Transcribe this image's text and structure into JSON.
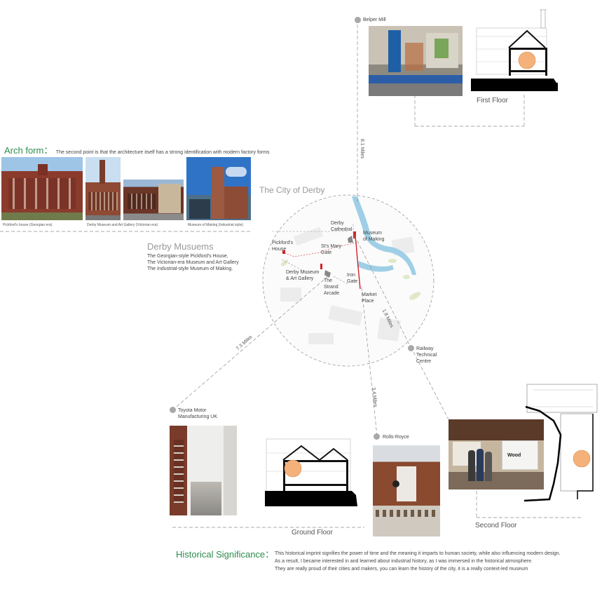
{
  "arch_form": {
    "title": "Arch form：",
    "text": "The second point is that the architecture itself has a strong identification with modern factory forms",
    "captions": [
      "Pickford's house",
      "(Georgian era)",
      "Derby Museum and Art Gallery",
      "(Victorian era)",
      "Museum of Making",
      "(Industrial style)"
    ]
  },
  "museums": {
    "title": "Derby Musuems",
    "lines": [
      "The Georgian-style Pickford's House,",
      "The Victorian-era Museum and Art Gallery",
      "The Industrial-style Museum of Making."
    ]
  },
  "map": {
    "title": "The City of Derby",
    "labels": {
      "cathedral": [
        "Derby",
        "Cathedral"
      ],
      "making": [
        "Museum",
        "of Making"
      ],
      "pickford": [
        "Pickford's",
        "House"
      ],
      "stmary": [
        "St's Mary",
        "Gate"
      ],
      "dmag": [
        "Derby Museum",
        "& Art Gallery"
      ],
      "strand": [
        "The",
        "Strand",
        "Arcade"
      ],
      "iron": [
        "Iron",
        "Gate"
      ],
      "market": [
        "Market",
        "Place"
      ]
    }
  },
  "sites": {
    "belper": "Belper Mill",
    "railway": [
      "Railway",
      "Technical",
      "Centre"
    ],
    "toyota": [
      "Toyota Motor",
      "Manufacturing UK"
    ],
    "rolls": "Rolls-Royce"
  },
  "distances": {
    "belper": "8.1 Miles",
    "railway": "1.8 Miles",
    "toyota": "7.3 Miles",
    "rolls": "3.4 Miles"
  },
  "floors": {
    "first": "First Floor",
    "ground": "Ground Floor",
    "second": "Second Floor"
  },
  "sign_word": "Wood",
  "significance": {
    "title": "Historical Significance：",
    "lines": [
      "This historical imprint signifies the power of time and the meaning it imparts to human society, while also influencing modern design.",
      "As a result, I became interested in and learned about industrial history, as I was immersed in the historical atmosphere.",
      "They are really proud of their cities and makers, you can learn the history of the city, it is a really context-led museum"
    ]
  },
  "colors": {
    "accent_green": "#2f8a4f",
    "route_red": "#d2232a",
    "river_blue": "#9fcfe6"
  }
}
